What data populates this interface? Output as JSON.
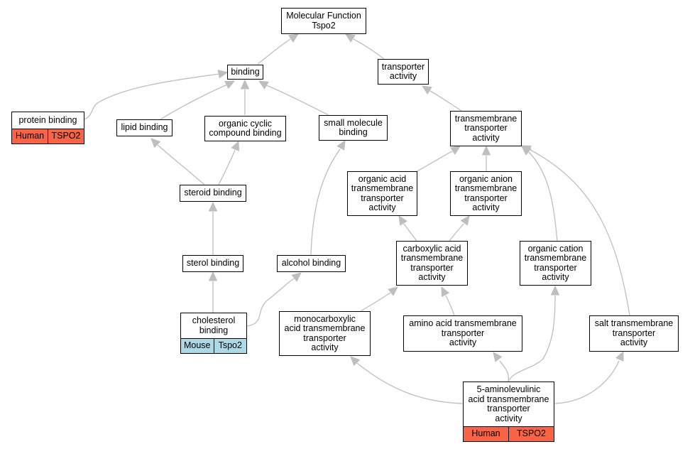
{
  "colors": {
    "edge": "#bebebe",
    "human_tag": "#fa6446",
    "mouse_tag": "#add8e6",
    "border": "#000000"
  },
  "nodes": {
    "molecular_function": {
      "label": "Molecular Function\nTspo2"
    },
    "binding": {
      "label": "binding"
    },
    "transporter_activity": {
      "label": "transporter\nactivity"
    },
    "protein_binding": {
      "label": "protein binding",
      "tags": [
        "Human",
        "TSPO2"
      ],
      "tag_color": "#fa6446"
    },
    "lipid_binding": {
      "label": "lipid binding"
    },
    "organic_cyclic_compound_binding": {
      "label": "organic cyclic\ncompound binding"
    },
    "small_molecule_binding": {
      "label": "small molecule\nbinding"
    },
    "transmembrane_transporter_activity": {
      "label": "transmembrane\ntransporter\nactivity"
    },
    "steroid_binding": {
      "label": "steroid binding"
    },
    "organic_acid_tt_activity": {
      "label": "organic acid\ntransmembrane\ntransporter\nactivity"
    },
    "organic_anion_tt_activity": {
      "label": "organic anion\ntransmembrane\ntransporter\nactivity"
    },
    "sterol_binding": {
      "label": "sterol binding"
    },
    "alcohol_binding": {
      "label": "alcohol binding"
    },
    "carboxylic_acid_tt_activity": {
      "label": "carboxylic acid\ntransmembrane\ntransporter\nactivity"
    },
    "organic_cation_tt_activity": {
      "label": "organic cation\ntransmembrane\ntransporter\nactivity"
    },
    "cholesterol_binding": {
      "label": "cholesterol\nbinding",
      "tags": [
        "Mouse",
        "Tspo2"
      ],
      "tag_color": "#add8e6"
    },
    "monocarboxylic_acid_tt_activity": {
      "label": "monocarboxylic\nacid transmembrane\ntransporter\nactivity"
    },
    "amino_acid_tt_activity": {
      "label": "amino acid transmembrane\ntransporter\nactivity"
    },
    "salt_tt_activity": {
      "label": "salt transmembrane\ntransporter\nactivity"
    },
    "aminolevulinic_acid_tt_activity": {
      "label": "5-aminolevulinic\nacid transmembrane\ntransporter\nactivity",
      "tags": [
        "Human",
        "TSPO2"
      ],
      "tag_color": "#fa6446"
    }
  }
}
